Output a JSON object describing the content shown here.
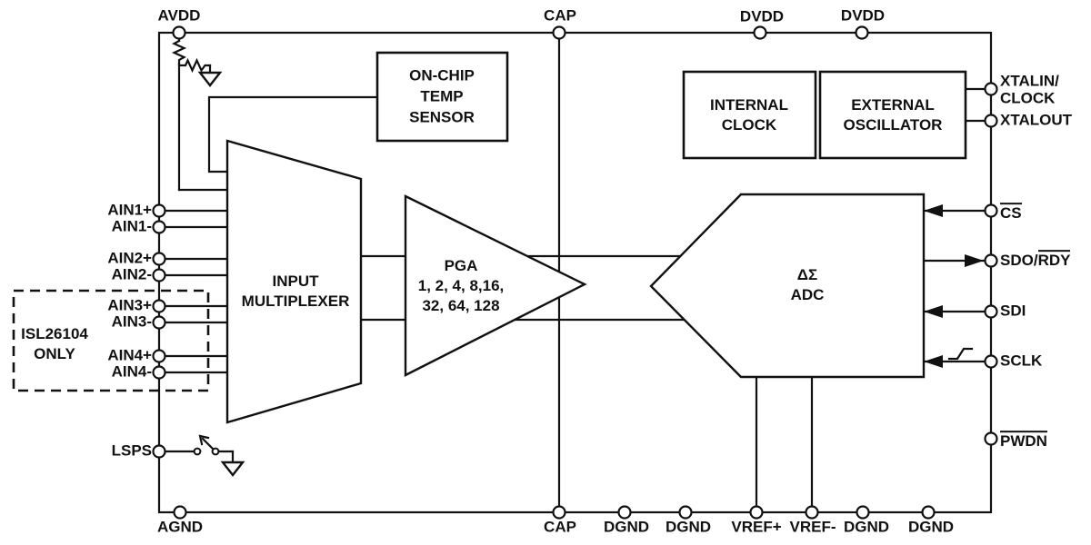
{
  "colors": {
    "ink": "#111111",
    "background": "#ffffff"
  },
  "pins": {
    "top": [
      "AVDD",
      "CAP",
      "DVDD",
      "DVDD"
    ],
    "bottom": [
      "AGND",
      "CAP",
      "DGND",
      "DGND",
      "VREF+",
      "VREF-",
      "DGND",
      "DGND"
    ],
    "left": [
      "AIN1+",
      "AIN1-",
      "AIN2+",
      "AIN2-",
      "AIN3+",
      "AIN3-",
      "AIN4+",
      "AIN4-",
      "LSPS"
    ],
    "right": {
      "xtal_in_line1": "XTALIN/",
      "xtal_in_line2": "CLOCK",
      "xtal_out": "XTALOUT",
      "cs": "CS",
      "sdo_plain": "SDO/",
      "sdo_over": "RDY",
      "sdi": "SDI",
      "sclk": "SCLK",
      "pwdn": "PWDN"
    }
  },
  "blocks": {
    "temp_sensor": {
      "line1": "ON-CHIP",
      "line2": "TEMP",
      "line3": "SENSOR"
    },
    "internal_clock": {
      "line1": "INTERNAL",
      "line2": "CLOCK"
    },
    "external_oscillator": {
      "line1": "EXTERNAL",
      "line2": "OSCILLATOR"
    },
    "input_multiplexer": {
      "line1": "INPUT",
      "line2": "MULTIPLEXER"
    },
    "pga": {
      "line1": "PGA",
      "line2": "1, 2, 4, 8,16,",
      "line3": "32, 64, 128"
    },
    "adc": {
      "line1": "ΔΣ",
      "line2": "ADC"
    }
  },
  "note": {
    "line1": "ISL26104",
    "line2": "ONLY"
  }
}
